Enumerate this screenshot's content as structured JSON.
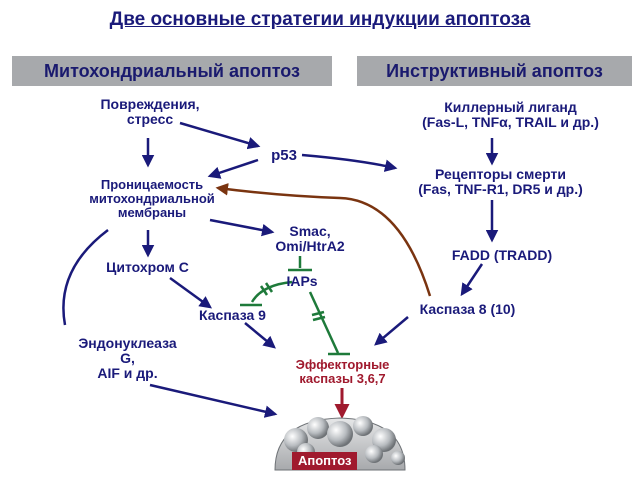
{
  "title": "Две основные стратегии индукции апоптоза",
  "headers": {
    "left": "Митохондриальный апоптоз",
    "right": "Инструктивный апоптоз"
  },
  "nodes": {
    "damage": "Повреждения,\nстресс",
    "p53": "p53",
    "permeability": "Проницаемость\nмитохондриальной\nмембраны",
    "cytochrome": "Цитохром С",
    "smac": "Smac,\nOmi/HtrA2",
    "iaps": "IAPs",
    "caspase9": "Каспаза 9",
    "endonuclease": "Эндонуклеаза\nG,\nAIF и др.",
    "effector": "Эффекторные\nкаспазы 3,6,7",
    "killer_ligand": "Киллерный лиганд\n(Fas-L, TNFα, TRAIL и др.)",
    "death_receptors": "Рецепторы смерти\n(Fas, TNF-R1, DR5 и др.)",
    "fadd": "FADD (TRADD)",
    "caspase8": "Каспаза 8 (10)",
    "apoptosis": "Апоптоз"
  },
  "colors": {
    "navy": "#1a1a7a",
    "brown": "#7a3410",
    "green": "#1e7a3a",
    "red": "#a01a2e",
    "header_bg": "#a7a9ac"
  }
}
